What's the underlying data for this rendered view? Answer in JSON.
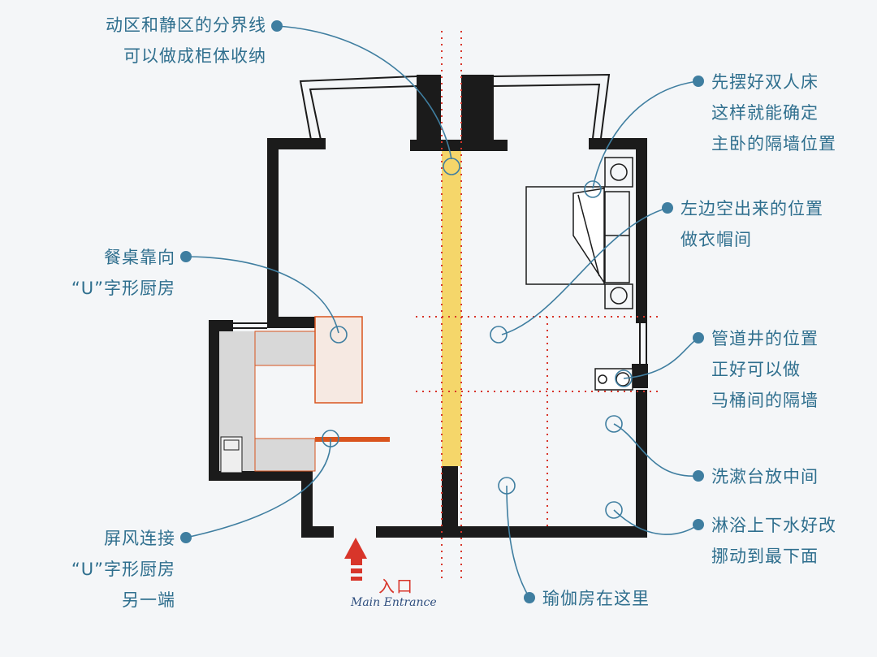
{
  "colors": {
    "wall": "#1b1b1b",
    "note_text": "#2f6f8e",
    "leader_line": "#3f7ea0",
    "divider_highlight": "#f5d66a",
    "dotted_guides": "#d8352a",
    "screen_partition": "#d9541e",
    "kitchen_fill": "#d8d8d8",
    "table_outline": "#d9541e",
    "background": "#f4f6f8"
  },
  "annotations": {
    "divider_line": [
      "动区和静区的分界线",
      "可以做成柜体收纳"
    ],
    "bed_first": [
      "先摆好双人床",
      "这样就能确定",
      "主卧的隔墙位置"
    ],
    "left_space": [
      "左边空出来的位置",
      "做衣帽间"
    ],
    "dining_table": [
      "餐桌靠向",
      "“U”字形厨房"
    ],
    "pipe_shaft": [
      "管道井的位置",
      "正好可以做",
      "马桶间的隔墙"
    ],
    "washbasin": [
      "洗漱台放中间"
    ],
    "shower": [
      "淋浴上下水好改",
      "挪动到最下面"
    ],
    "screen": [
      "屏风连接",
      "“U”字形厨房",
      "另一端"
    ],
    "yoga_room": [
      "瑜伽房在这里"
    ]
  },
  "entrance": {
    "label_cn": "入口",
    "label_en": "Main Entrance",
    "icon": "arrow-up-icon"
  }
}
